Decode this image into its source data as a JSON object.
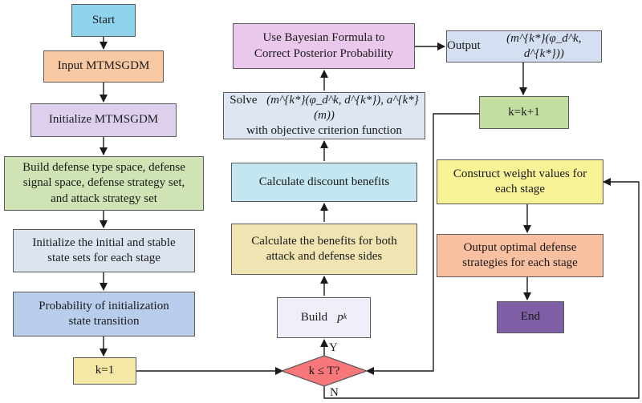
{
  "nodes": {
    "start": {
      "label": "Start",
      "color": "#8fd3ec"
    },
    "input": {
      "label": "Input MTMSGDM",
      "color": "#f9c9a4"
    },
    "initialize": {
      "label": "Initialize MTMSGDM",
      "color": "#dcd0ec"
    },
    "build_spaces": {
      "lines": [
        "Build defense type space, defense",
        "signal space, defense strategy set,",
        "and attack strategy set"
      ],
      "color": "#cfe3b4"
    },
    "init_state_sets": {
      "lines": [
        "Initialize the initial and stable",
        "state sets for each stage"
      ],
      "color": "#dce4f0"
    },
    "probability": {
      "lines": [
        "Probability of initialization",
        "state transition"
      ],
      "color": "#b9cdec"
    },
    "k_init": {
      "label": "k=1",
      "color": "#f5e7a6"
    },
    "decision": {
      "label": "k ≤ T?",
      "color": "#f7777a"
    },
    "build_pk": {
      "label": "Build",
      "math": "p",
      "sub": "k",
      "color": "#f2eef9"
    },
    "calc_benefits": {
      "lines": [
        "Calculate the benefits for both",
        "attack and defense sides"
      ],
      "color": "#efe4b2"
    },
    "calc_discount": {
      "label": "Calculate discount benefits",
      "color": "#c3e6f0"
    },
    "solve": {
      "line1_prefix": "Solve",
      "line1_math": "(m^{k*}(φ_d^k, d^{k*}), a^{k*}(m))",
      "line2": "with objective criterion function",
      "color": "#dde6f2"
    },
    "bayesian": {
      "lines": [
        "Use Bayesian Formula to",
        "Correct Posterior Probability"
      ],
      "color": "#e9c8ec"
    },
    "output": {
      "prefix": "Output",
      "math": "(m^{k*}(φ_d^k, d^{k*}))",
      "color": "#d4e0f1"
    },
    "k_increment": {
      "label": "k=k+1",
      "color": "#c2dea1"
    },
    "weights": {
      "lines": [
        "Construct weight values for",
        "each stage"
      ],
      "color": "#f8f396"
    },
    "output_optimal": {
      "lines": [
        "Output optimal defense",
        "strategies for each stage"
      ],
      "color": "#f8bfa1"
    },
    "end": {
      "label": "End",
      "color": "#7e5fa6"
    }
  },
  "edge_labels": {
    "yes": "Y",
    "no": "N"
  },
  "colors": {
    "stroke": "#5a5a5a",
    "text": "#1a1a1a"
  }
}
